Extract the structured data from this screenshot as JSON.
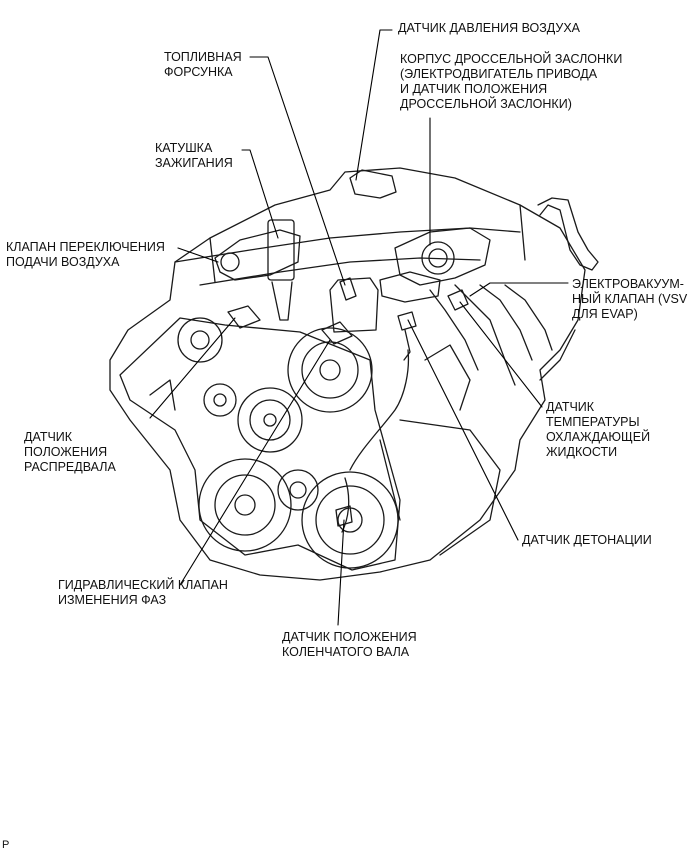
{
  "labels": {
    "air_pressure_sensor": [
      "ДАТЧИК ДАВЛЕНИЯ ВОЗДУХА"
    ],
    "throttle_body": [
      "КОРПУС ДРОССЕЛЬНОЙ ЗАСЛОНКИ",
      "(ЭЛЕКТРОДВИГАТЕЛЬ ПРИВОДА",
      "И ДАТЧИК ПОЛОЖЕНИЯ",
      "ДРОССЕЛЬНОЙ ЗАСЛОНКИ)"
    ],
    "fuel_injector": [
      "ТОПЛИВНАЯ",
      "ФОРСУНКА"
    ],
    "ignition_coil": [
      "КАТУШКА",
      "ЗАЖИГАНИЯ"
    ],
    "air_switch_valve": [
      "КЛАПАН ПЕРЕКЛЮЧЕНИЯ",
      "ПОДАЧИ ВОЗДУХА"
    ],
    "vsv_evap": [
      "ЭЛЕКТРОВАКУУМ-",
      "НЫЙ КЛАПАН (VSV",
      "ДЛЯ EVAP)"
    ],
    "camshaft_sensor": [
      "ДАТЧИК",
      "ПОЛОЖЕНИЯ",
      "РАСПРЕДВАЛА"
    ],
    "coolant_temp_sensor": [
      "ДАТЧИК",
      "ТЕМПЕРАТУРЫ",
      "ОХЛАЖДАЮЩЕЙ",
      "ЖИДКОСТИ"
    ],
    "knock_sensor": [
      "ДАТЧИК ДЕТОНАЦИИ"
    ],
    "ocv": [
      "ГИДРАВЛИЧЕСКИЙ КЛАПАН",
      "ИЗМЕНЕНИЯ ФАЗ"
    ],
    "crankshaft_sensor": [
      "ДАТЧИК ПОЛОЖЕНИЯ",
      "КОЛЕНЧАТОГО ВАЛА"
    ]
  },
  "figure_code": "P"
}
